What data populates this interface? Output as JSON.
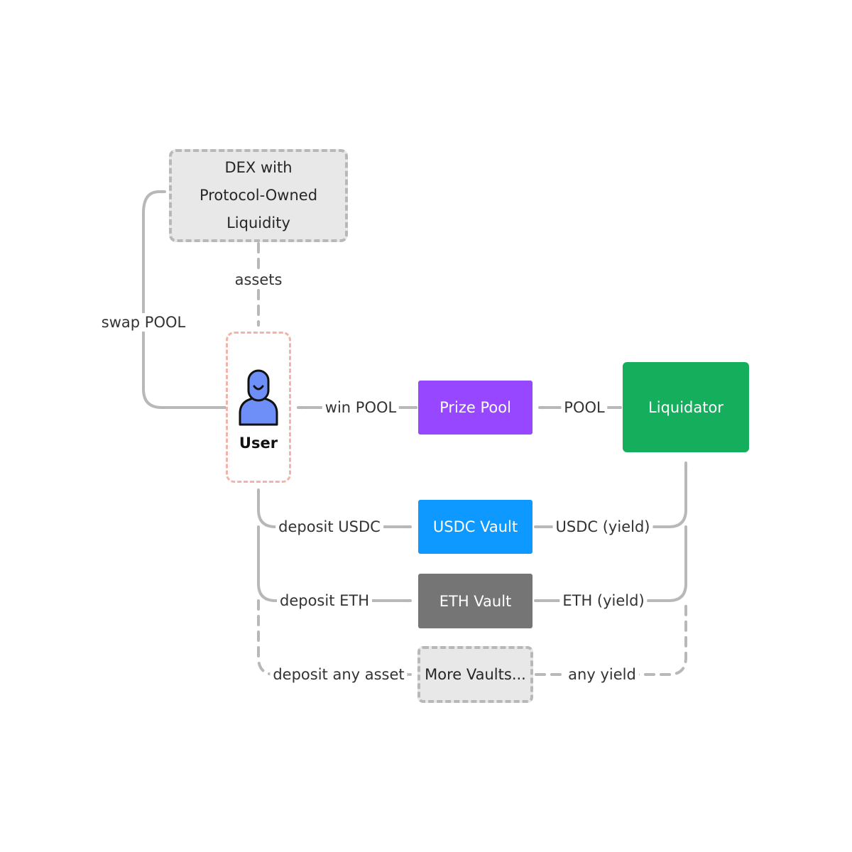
{
  "nodes": {
    "dex": {
      "line1": "DEX with",
      "line2": "Protocol-Owned Liquidity"
    },
    "user": {
      "label": "User",
      "icon": "user-icon"
    },
    "prize_pool": {
      "label": "Prize Pool"
    },
    "liquidator": {
      "label": "Liquidator"
    },
    "usdc_vault": {
      "label": "USDC Vault"
    },
    "eth_vault": {
      "label": "ETH Vault"
    },
    "more_vaults": {
      "label": "More Vaults..."
    }
  },
  "edges": {
    "assets": "assets",
    "swap_pool": "swap POOL",
    "win_pool": "win POOL",
    "pool": "POOL",
    "deposit_usdc": "deposit USDC",
    "usdc_yield": "USDC (yield)",
    "deposit_eth": "deposit ETH",
    "eth_yield": "ETH (yield)",
    "deposit_any": "deposit any asset",
    "any_yield": "any yield"
  },
  "colors": {
    "dex_fill": "#e8e8e8",
    "user_border": "#f3b3aa",
    "prize_pool": "#9747ff",
    "liquidator": "#14ae5c",
    "usdc_vault": "#0d99ff",
    "eth_vault": "#757575",
    "more_vaults_fill": "#e8e8e8",
    "connector": "#b8b8b8",
    "avatar_fill": "#6d8ff7"
  }
}
